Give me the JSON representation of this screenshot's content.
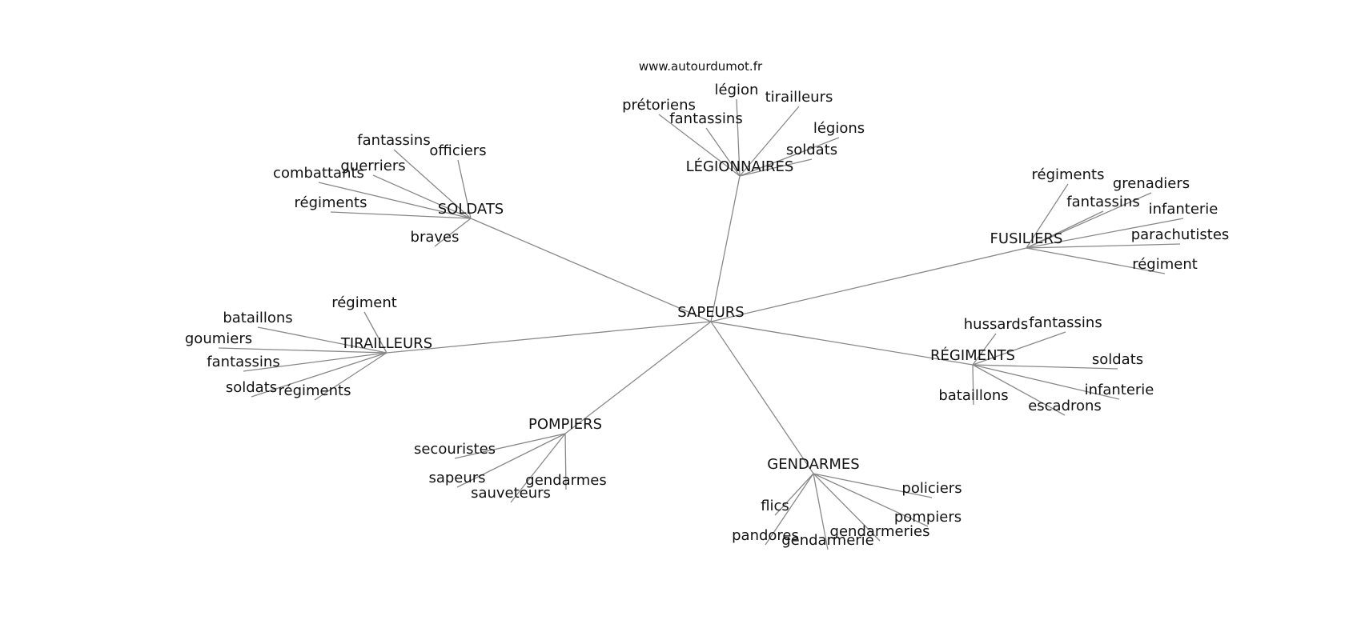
{
  "credit": "www.autourdumot.fr",
  "graph": {
    "root": "SAPEURS",
    "hubs": [
      {
        "id": "soldats",
        "label": "SOLDATS",
        "words": [
          "fantassins",
          "officiers",
          "guerriers",
          "combattants",
          "régiments",
          "braves"
        ]
      },
      {
        "id": "legionnaires",
        "label": "LÉGIONNAIRES",
        "words": [
          "légion",
          "tirailleurs",
          "prétoriens",
          "fantassins",
          "légions",
          "soldats"
        ]
      },
      {
        "id": "fusiliers",
        "label": "FUSILIERS",
        "words": [
          "régiments",
          "grenadiers",
          "fantassins",
          "infanterie",
          "parachutistes",
          "régiment"
        ]
      },
      {
        "id": "regiments",
        "label": "RÉGIMENTS",
        "words": [
          "hussards",
          "fantassins",
          "soldats",
          "bataillons",
          "infanterie",
          "escadrons"
        ]
      },
      {
        "id": "gendarmes",
        "label": "GENDARMES",
        "words": [
          "policiers",
          "flics",
          "pompiers",
          "gendarmeries",
          "pandores",
          "gendarmerie"
        ]
      },
      {
        "id": "pompiers",
        "label": "POMPIERS",
        "words": [
          "secouristes",
          "sapeurs",
          "gendarmes",
          "sauveteurs"
        ]
      },
      {
        "id": "tirailleurs",
        "label": "TIRAILLEURS",
        "words": [
          "régiment",
          "bataillons",
          "goumiers",
          "fantassins",
          "soldats",
          "régiments"
        ]
      }
    ]
  }
}
